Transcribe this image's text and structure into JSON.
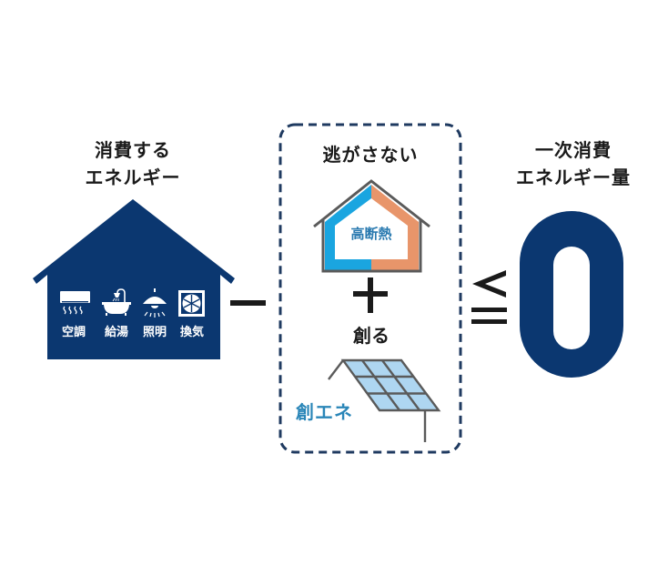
{
  "colors": {
    "navy": "#0b3770",
    "text_dark": "#1a1a1a",
    "insulation_blue": "#1aa5e0",
    "insulation_orange": "#e8956a",
    "outline_grey": "#5a5a5a",
    "panel_fill": "#aed6f1",
    "accent_text_blue": "#2a7ab0",
    "dashed_border": "#1f3a60"
  },
  "left": {
    "title_line1": "消費する",
    "title_line2": "エネルギー",
    "items": [
      {
        "icon": "air-conditioner-icon",
        "label": "空調"
      },
      {
        "icon": "bathtub-shower-icon",
        "label": "給湯"
      },
      {
        "icon": "ceiling-lamp-icon",
        "label": "照明"
      },
      {
        "icon": "ventilation-fan-icon",
        "label": "換気"
      }
    ]
  },
  "operators": {
    "minus": "−",
    "plus": "+",
    "less_equal": "≦"
  },
  "middle": {
    "title": "逃がさない",
    "insulation_label": "高断熱",
    "create_label": "創る",
    "solar_label": "創エネ"
  },
  "right": {
    "title_line1": "一次消費",
    "title_line2": "エネルギー量",
    "value": "0"
  }
}
